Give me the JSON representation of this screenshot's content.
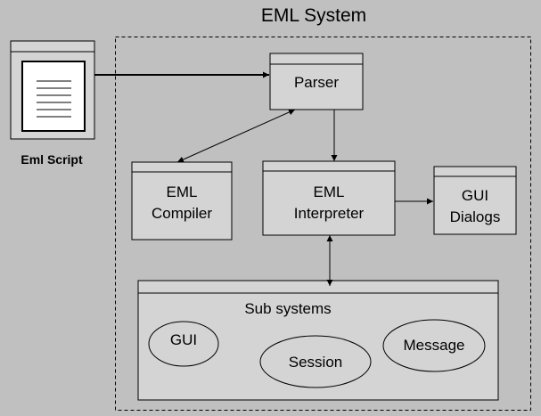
{
  "diagram": {
    "title": "EML System",
    "script": {
      "label": "Eml Script"
    },
    "parser": {
      "label": "Parser"
    },
    "compiler": {
      "line1": "EML",
      "line2": "Compiler"
    },
    "interpreter": {
      "line1": "EML",
      "line2": "Interpreter"
    },
    "gui_dialogs": {
      "line1": "GUI",
      "line2": "Dialogs"
    },
    "subsystems": {
      "title": "Sub systems",
      "items": [
        "GUI",
        "Session",
        "Message"
      ]
    }
  },
  "colors": {
    "background": "#c0c0c0",
    "box_fill": "#d4d4d4",
    "header_fill": "#e0e0e0",
    "line": "#000000",
    "document_fill": "#ffffff"
  }
}
